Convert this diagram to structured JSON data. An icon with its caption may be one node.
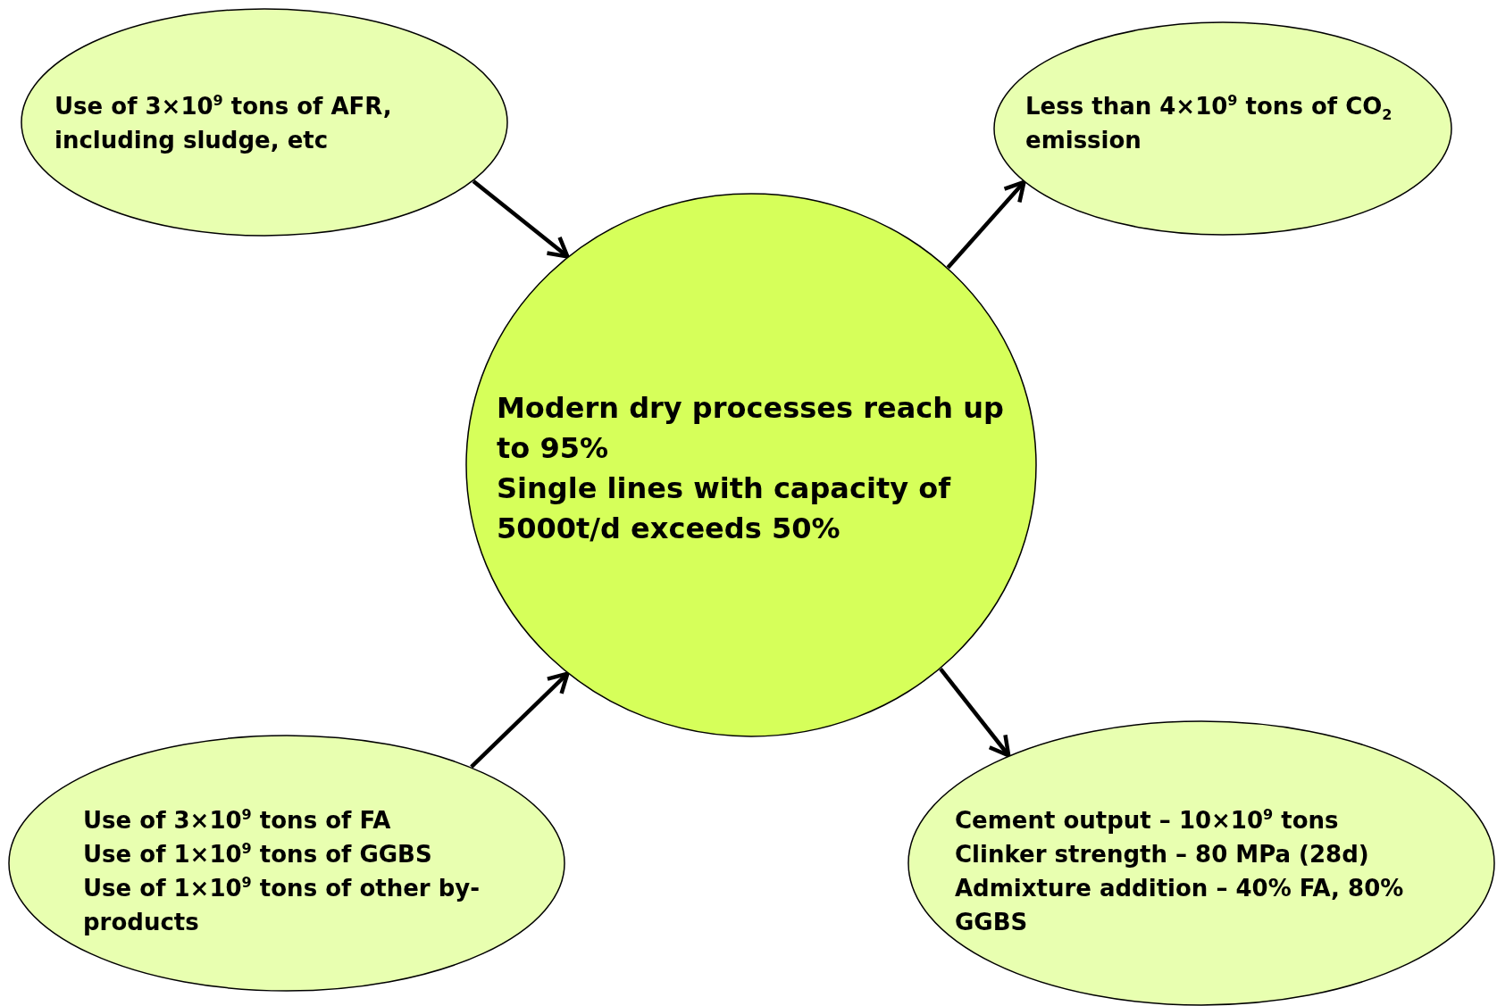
{
  "diagram": {
    "nodes": [
      {
        "text": [
          "Use of 3×10$^{9}$ tons of AFR, including sludge, etc"
        ]
      },
      {
        "text": [
          "Less than 4×10$^{9}$ tons of CO$_{2}$ emission"
        ]
      },
      {
        "text": [
          "Modern dry processes reach up to 95%",
          "Single lines with capacity of 5000t/d exceeds 50%"
        ]
      },
      {
        "text": [
          "Use of 3×10$^{9}$ tons of FA",
          "Use of 1×10$^{9}$ tons of GGBS",
          "Use of 1×10$^{9}$ tons of other by-products"
        ]
      },
      {
        "text": [
          "Cement output – 10×10$^{9}$ tons",
          "Clinker strength – 80 MPa (28d)",
          "Admixture addition – 40% FA, 80% GGBS"
        ]
      }
    ],
    "edges": [
      {
        "from": 0,
        "to": 2,
        "arrow": "to"
      },
      {
        "from": 2,
        "to": 1,
        "arrow": "to"
      },
      {
        "from": 3,
        "to": 2,
        "arrow": "to"
      },
      {
        "from": 2,
        "to": 4,
        "arrow": "to"
      }
    ]
  }
}
